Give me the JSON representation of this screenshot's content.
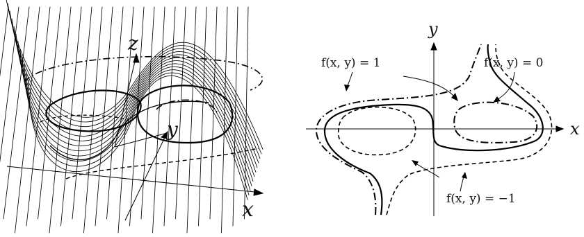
{
  "surface_panel": {
    "axis_labels": {
      "z": "z",
      "y": "y",
      "x": "x"
    }
  },
  "contour_panel": {
    "axis_labels": {
      "y": "y",
      "x": "x"
    },
    "level_labels": {
      "one": "f(x, y) = 1",
      "zero": "f(x, y) = 0",
      "minus_one": "f(x, y) = −1"
    },
    "levels": [
      {
        "value": 1,
        "line_style": "dash-dot"
      },
      {
        "value": 0,
        "line_style": "solid"
      },
      {
        "value": -1,
        "line_style": "dashed"
      }
    ]
  }
}
